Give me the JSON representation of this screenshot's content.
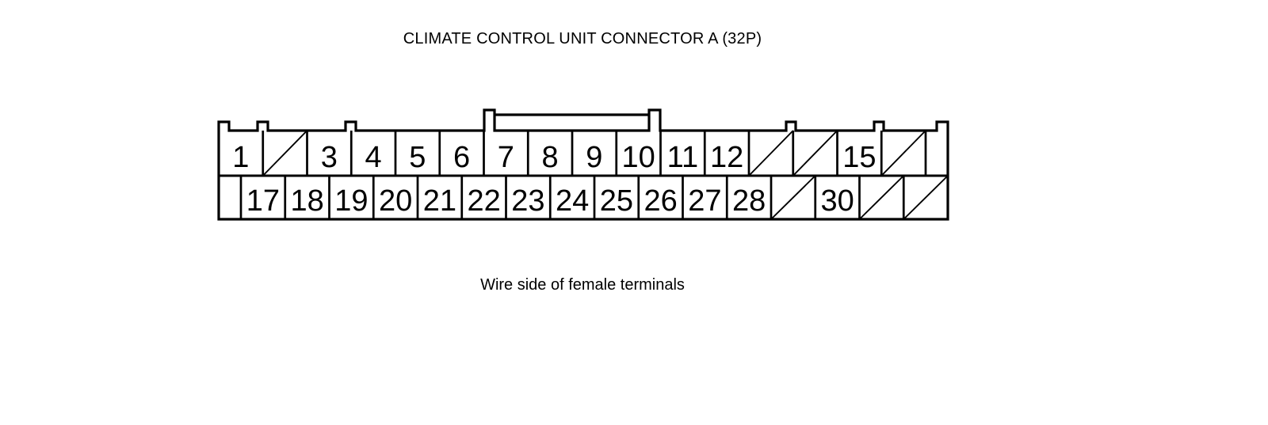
{
  "title": "CLIMATE CONTROL UNIT CONNECTOR A (32P)",
  "caption": "Wire side of female terminals",
  "connector": {
    "top_row": [
      "1",
      "",
      "3",
      "4",
      "5",
      "6",
      "7",
      "8",
      "9",
      "10",
      "11",
      "12",
      "",
      "",
      "15",
      ""
    ],
    "bottom_row": [
      "17",
      "18",
      "19",
      "20",
      "21",
      "22",
      "23",
      "24",
      "25",
      "26",
      "27",
      "28",
      "",
      "30",
      "",
      ""
    ]
  }
}
